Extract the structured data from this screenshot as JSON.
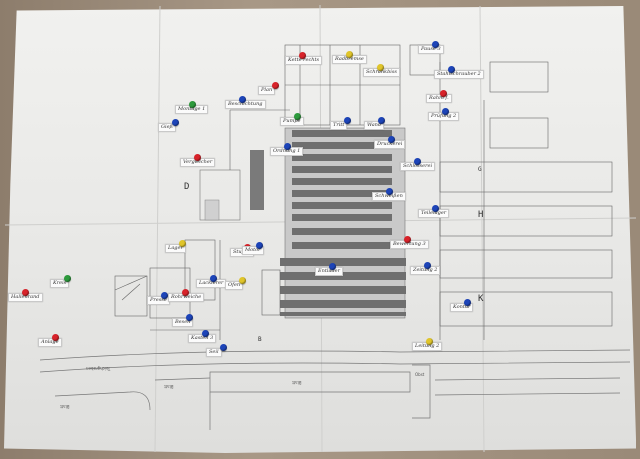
{
  "colors": {
    "blue": "#1d44b8",
    "red": "#d8232a",
    "green": "#2d9a3c",
    "yellow": "#e0c52a"
  },
  "labels": [
    {
      "text": "Kette rechts",
      "color": "red"
    },
    {
      "text": "Radbremse",
      "color": "yellow"
    },
    {
      "text": "Schrankbiss",
      "color": "yellow"
    },
    {
      "text": "Pause 3",
      "color": "blue"
    },
    {
      "text": "Stahlschrauber 2",
      "color": "blue"
    },
    {
      "text": "Plan",
      "color": "red"
    },
    {
      "text": "Rahm f.",
      "color": "red"
    },
    {
      "text": "Prüfung 2",
      "color": "blue"
    },
    {
      "text": "Montage 1",
      "color": "green"
    },
    {
      "text": "Beschichtung",
      "color": "blue"
    },
    {
      "text": "Pumpe",
      "color": "green"
    },
    {
      "text": "Tritt",
      "color": "blue"
    },
    {
      "text": "Wand",
      "color": "blue"
    },
    {
      "text": "Gieß",
      "color": "blue"
    },
    {
      "text": "Druckerei",
      "color": "blue"
    },
    {
      "text": "Ordnung 1",
      "color": "blue"
    },
    {
      "text": "Schlosserei",
      "color": "blue"
    },
    {
      "text": "Vergleicher",
      "color": "red"
    },
    {
      "text": "Schweißen",
      "color": "blue"
    },
    {
      "text": "Teilelager",
      "color": "blue"
    },
    {
      "text": "Bewertung 3",
      "color": "red"
    },
    {
      "text": "Lager",
      "color": "yellow"
    },
    {
      "text": "Stufe 1",
      "color": "red"
    },
    {
      "text": "Motor",
      "color": "blue"
    },
    {
      "text": "Zeitung 2",
      "color": "blue"
    },
    {
      "text": "Entlader",
      "color": "blue"
    },
    {
      "text": "Lackierer",
      "color": "blue"
    },
    {
      "text": "Ofen",
      "color": "yellow"
    },
    {
      "text": "Hallenrand",
      "color": "red"
    },
    {
      "text": "Presse",
      "color": "blue"
    },
    {
      "text": "Besen",
      "color": "blue"
    },
    {
      "text": "Kreis",
      "color": "green"
    },
    {
      "text": "Kasten 3",
      "color": "blue"
    },
    {
      "text": "Seil",
      "color": "blue"
    },
    {
      "text": "Anlage",
      "color": "red"
    },
    {
      "text": "Kontur",
      "color": "blue"
    },
    {
      "text": "Rohrweiche",
      "color": "red"
    },
    {
      "text": "Leitung 2",
      "color": "yellow"
    }
  ],
  "plan_letters": [
    "D",
    "G",
    "H",
    "K",
    "B"
  ],
  "streets": [
    "Teichgraben",
    "Blatt",
    "Blatt",
    "Obst",
    "Blatt"
  ]
}
